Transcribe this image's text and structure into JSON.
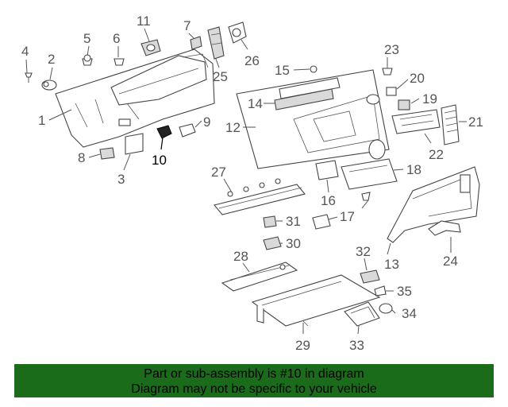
{
  "diagram": {
    "highlighted_part": "10",
    "labels": [
      "1",
      "2",
      "3",
      "4",
      "5",
      "6",
      "7",
      "8",
      "9",
      "10",
      "11",
      "12",
      "13",
      "14",
      "15",
      "16",
      "17",
      "18",
      "19",
      "20",
      "21",
      "22",
      "23",
      "24",
      "25",
      "26",
      "27",
      "28",
      "29",
      "30",
      "31",
      "32",
      "33",
      "34",
      "35"
    ]
  },
  "banner": {
    "line1": "Part or sub-assembly is #10 in diagram",
    "line2": "Diagram may not be specific to your vehicle",
    "background": "#1a6b1a"
  }
}
